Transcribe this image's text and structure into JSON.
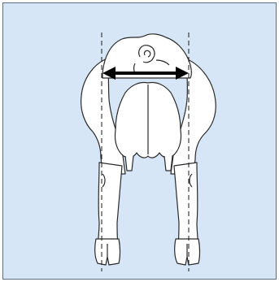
{
  "diagram": {
    "subject": "cow-rear-view",
    "colors": {
      "background": "#d6e6f6",
      "border": "#5b6f80",
      "outline": "#2a2a2a",
      "body_fill": "#ffffff",
      "arrow": "#000000"
    },
    "guides": {
      "style": "dashed",
      "count": 2
    },
    "measurement_arrow": {
      "direction": "double-headed-horizontal"
    }
  }
}
